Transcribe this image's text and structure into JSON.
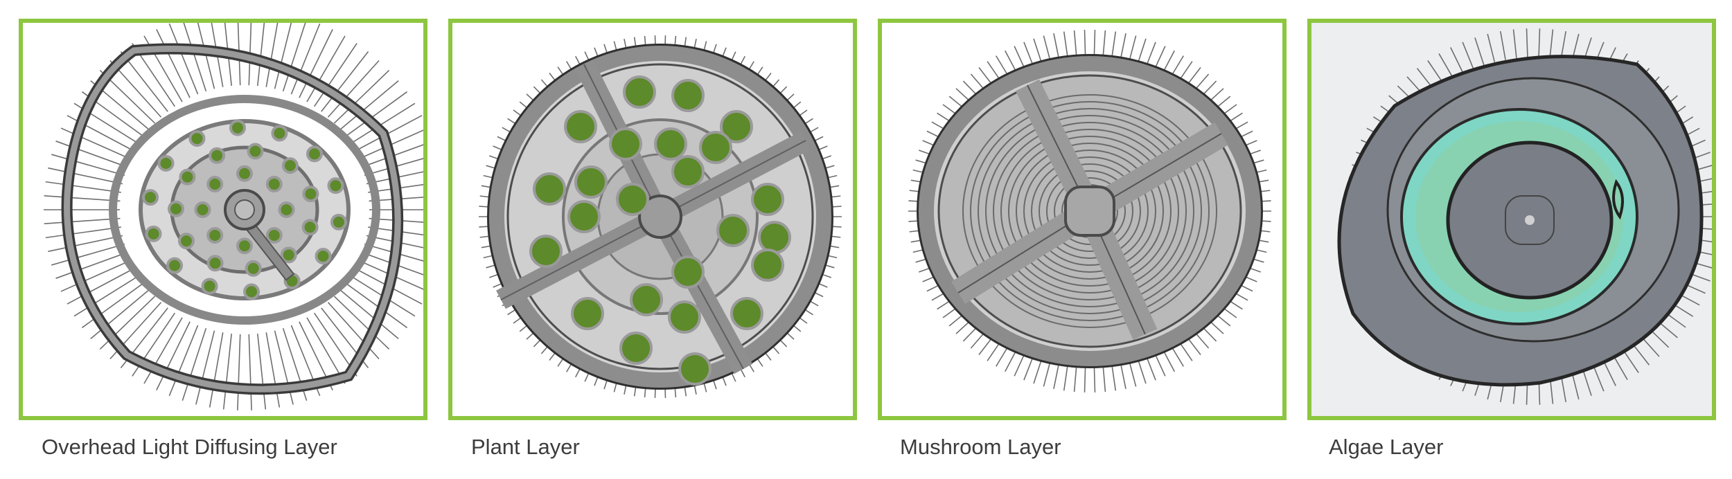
{
  "accent_color": "#8dc63f",
  "panels": [
    {
      "id": "overhead",
      "caption": "Overhead Light Diffusing Layer",
      "illustration": "overhead-layer-illustration"
    },
    {
      "id": "plant",
      "caption": "Plant Layer",
      "illustration": "plant-layer-illustration"
    },
    {
      "id": "mushroom",
      "caption": "Mushroom Layer",
      "illustration": "mushroom-layer-illustration"
    },
    {
      "id": "algae",
      "caption": "Algae Layer",
      "illustration": "algae-layer-illustration"
    }
  ]
}
